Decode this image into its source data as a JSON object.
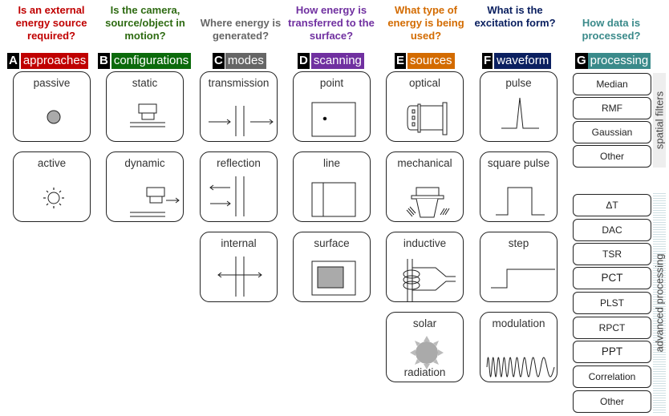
{
  "columns": [
    {
      "letter": "A",
      "label": "approaches",
      "question": "Is an external energy source required?",
      "color": "#c00000",
      "items": [
        "passive",
        "active"
      ]
    },
    {
      "letter": "B",
      "label": "configurations",
      "question": "Is the camera, source/object in motion?",
      "color": "#2e6b12",
      "label_bg": "#0b6a0b",
      "items": [
        "static",
        "dynamic"
      ]
    },
    {
      "letter": "C",
      "label": "modes",
      "question": "Where energy is generated?",
      "color": "#666666",
      "items": [
        "transmission",
        "reflection",
        "internal"
      ]
    },
    {
      "letter": "D",
      "label": "scanning",
      "question": "How energy is transferred to the surface?",
      "color": "#7030a0",
      "items": [
        "point",
        "line",
        "surface"
      ]
    },
    {
      "letter": "E",
      "label": "sources",
      "question": "What type of energy is being used?",
      "color": "#d36b00",
      "items": [
        "optical",
        "mechanical",
        "inductive",
        "solar"
      ],
      "solar_bottom": "radiation"
    },
    {
      "letter": "F",
      "label": "waveform",
      "question": "What is the excitation form?",
      "color": "#0b2060",
      "items": [
        "pulse",
        "square pulse",
        "step",
        "modulation"
      ]
    },
    {
      "letter": "G",
      "label": "processing",
      "question": "How data is processed?",
      "color": "#3a8a8a"
    }
  ],
  "spatial_filters": {
    "title": "spatial filters",
    "items": [
      "Median",
      "RMF",
      "Gaussian",
      "Other"
    ]
  },
  "advanced_processing": {
    "title": "advanced processing",
    "items": [
      "ΔT",
      "DAC",
      "TSR",
      "PCT",
      "PLST",
      "RPCT",
      "PPT",
      "Correlation",
      "Other"
    ]
  }
}
